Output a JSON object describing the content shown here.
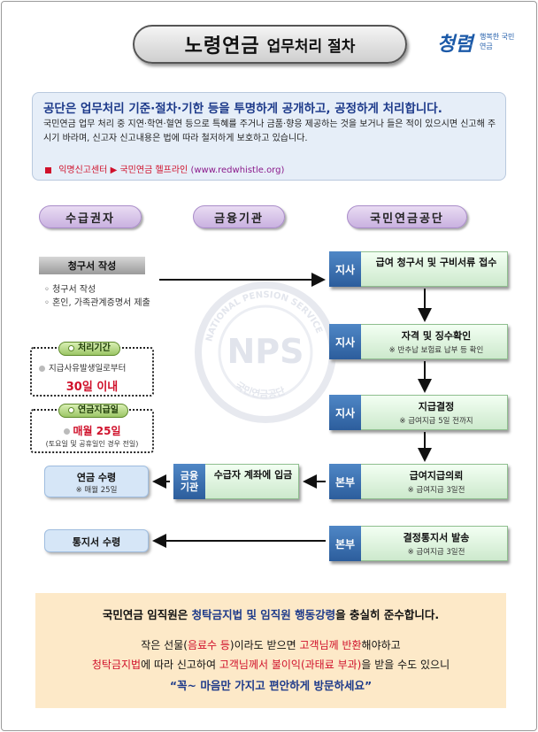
{
  "header": {
    "title_main": "노령연금",
    "title_sub": "업무처리 절차",
    "logo_big": "청렴",
    "logo_small": "행복한 국민연금"
  },
  "notice": {
    "headline": "공단은 업무처리 기준·절차·기한 등을 투명하게 공개하고, 공정하게 처리합니다.",
    "body": "국민연금 업무 처리 중 지연·학연·혈연 등으로 특혜를 주거나 금품·향응 제공하는 것을 보거나 들은 적이 있으시면 신고해 주시기 바라며, 신고자 신고내용은 법에 따라 철저하게 보호하고 있습니다.",
    "center_label": "익명신고센터",
    "helpline_label": "국민연금 헬프라인",
    "helpline_url": "(www.redwhistle.org)",
    "arrow": "▶"
  },
  "columns": {
    "recipient": "수급권자",
    "bank": "금융기관",
    "nps": "국민연금공단"
  },
  "claim": {
    "title": "청구서 작성",
    "items": [
      "청구서 작성",
      "혼인, 가족관계증명서 제출"
    ]
  },
  "processing_period": {
    "label": "처리기간",
    "text": "지급사유발생일로부터",
    "value": "30일 이내"
  },
  "pay_day": {
    "label": "연금지급일",
    "value": "매월 25일",
    "note": "(토요일 및 공휴일인 경우 전일)"
  },
  "steps": [
    {
      "tag": "지사",
      "main": "급여 청구서 및 구비서류 접수",
      "sub": ""
    },
    {
      "tag": "지사",
      "main": "자격 및 징수확인",
      "sub": "※ 반추납 보험료 납부 등 확인"
    },
    {
      "tag": "지사",
      "main": "지급결정",
      "sub": "※ 급여지급 5일 전까지"
    },
    {
      "tag": "본부",
      "main": "급여지급의뢰",
      "sub": "※ 급여지급 3일전"
    },
    {
      "tag": "본부",
      "main": "결정통지서 발송",
      "sub": "※ 급여지급 3일전"
    }
  ],
  "bank_step": {
    "tag": "금융기관",
    "main": "수급자 계좌에 입금"
  },
  "outputs": {
    "pension_receive": "연금 수령",
    "pension_receive_sub": "※ 매월 25일",
    "notice_receive": "통지서 수령"
  },
  "watermark_text": {
    "top": "NATIONAL PENSION SERVICE",
    "center": "NPS",
    "bottom": "국민연금공단"
  },
  "footer": {
    "l1_a": "국민연금 임직원은 ",
    "l1_b": "청탁금지법 및 임직원 행동강령",
    "l1_c": "을 충실히 준수합니다.",
    "l2_a": "작은 선물(",
    "l2_b": "음료수 등",
    "l2_c": ")이라도 받으면 ",
    "l2_d": "고객님께 반환",
    "l2_e": "해야하고",
    "l3_a": "청탁금지법",
    "l3_b": "에 따라 신고하여 ",
    "l3_c": "고객님께서 불이익(과태료 부과)",
    "l3_d": "을 받을 수도 있으니",
    "l4": "“꼭~ 마음만 가지고 편안하게 방문하세요”"
  },
  "colors": {
    "accent_blue": "#2c5d9c",
    "accent_red": "#d0112b",
    "footer_bg": "#fde9c8",
    "notice_bg": "#e6eef8"
  }
}
